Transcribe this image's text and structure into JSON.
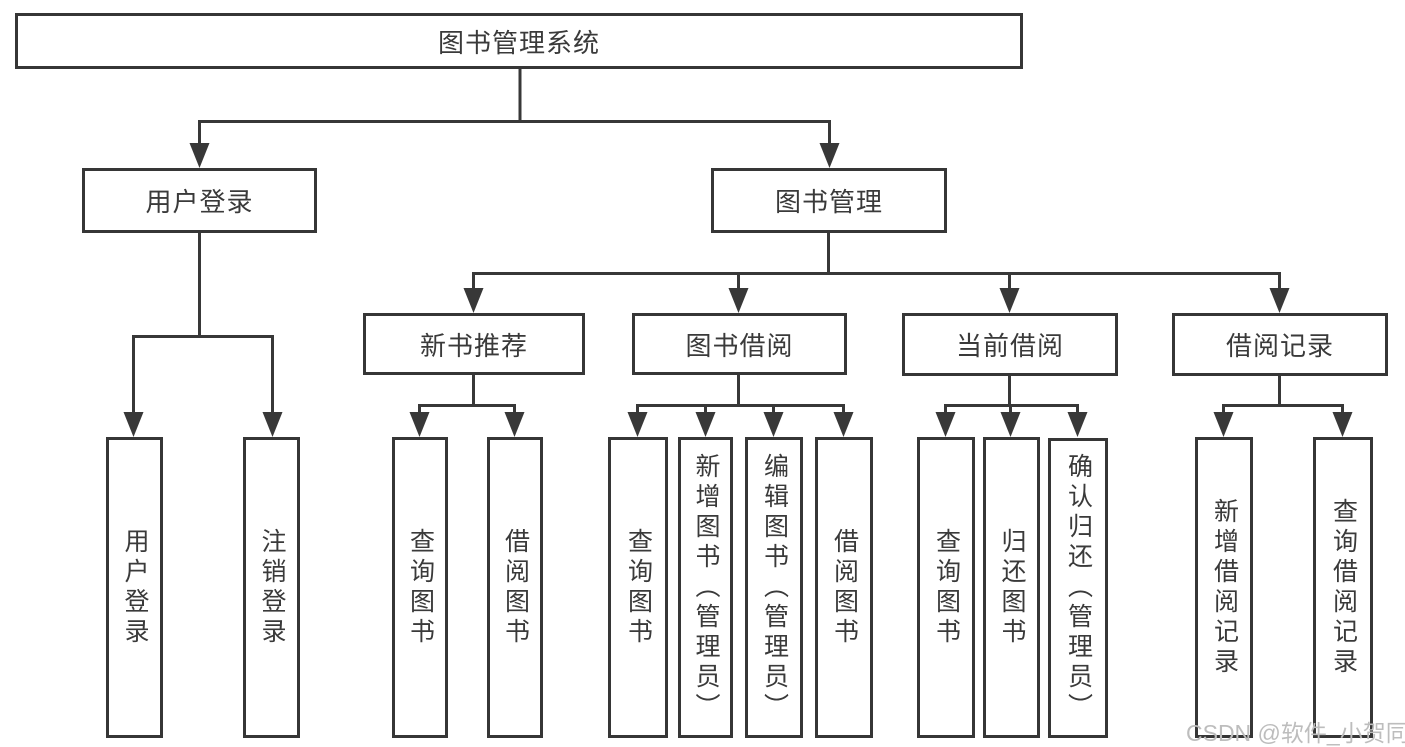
{
  "tree": {
    "label": "图书管理系统",
    "children": [
      {
        "label": "用户登录",
        "children": [
          {
            "label": "用户登录"
          },
          {
            "label": "注销登录"
          }
        ]
      },
      {
        "label": "图书管理",
        "children": [
          {
            "label": "新书推荐",
            "children": [
              {
                "label": "查询图书"
              },
              {
                "label": "借阅图书"
              }
            ]
          },
          {
            "label": "图书借阅",
            "children": [
              {
                "label": "查询图书"
              },
              {
                "label": "新增图书（管理员）"
              },
              {
                "label": "编辑图书（管理员）"
              },
              {
                "label": "借阅图书"
              }
            ]
          },
          {
            "label": "当前借阅",
            "children": [
              {
                "label": "查询图书"
              },
              {
                "label": "归还图书"
              },
              {
                "label": "确认归还（管理员）"
              }
            ]
          },
          {
            "label": "借阅记录",
            "children": [
              {
                "label": "新增借阅记录"
              },
              {
                "label": "查询借阅记录"
              }
            ]
          }
        ]
      }
    ]
  },
  "watermark": {
    "text": "CSDN @软件_小贺同学"
  },
  "colors": {
    "line": "#383838",
    "border": "#363636",
    "text": "#3a3a3a",
    "watermark": "#bdbdbd",
    "background": "#ffffff"
  }
}
